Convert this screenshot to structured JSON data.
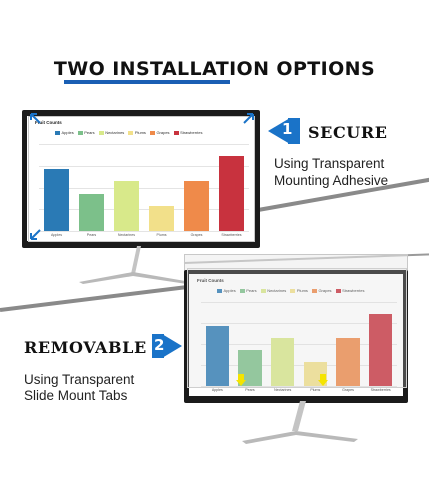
{
  "heading": {
    "part1": "TWO INSTALL",
    "part2": "ATION OPTIONS"
  },
  "option_secure": {
    "number": "1",
    "title": "SECURE",
    "desc_line1": "Using Transparent",
    "desc_line2": "Mounting Adhesive"
  },
  "option_removable": {
    "number": "2",
    "title": "REMOVABLE",
    "desc_line1": "Using Transparent",
    "desc_line2": "Slide Mount Tabs"
  },
  "colors": {
    "accent_blue": "#1a73c8",
    "tab_yellow": "#f5e400",
    "band_gray": "#8a8a8a"
  },
  "chart_data": [
    {
      "type": "bar",
      "title": "Fruit Counts",
      "categories": [
        "Apples",
        "Pears",
        "Nectarines",
        "Plums",
        "Grapes",
        "Strawberries"
      ],
      "values": [
        20,
        12,
        16,
        8,
        16,
        24
      ],
      "colors": [
        "#2a7ab5",
        "#7cc08a",
        "#d8e98a",
        "#f2e08a",
        "#ef8a4a",
        "#c8323e"
      ],
      "ylim": [
        0,
        28
      ]
    },
    {
      "type": "bar",
      "title": "Fruit Counts",
      "categories": [
        "Apples",
        "Pears",
        "Nectarines",
        "Plums",
        "Grapes",
        "Strawberries"
      ],
      "values": [
        20,
        12,
        16,
        8,
        16,
        24
      ],
      "colors": [
        "#2a7ab5",
        "#7cc08a",
        "#d8e98a",
        "#f2e08a",
        "#ef8a4a",
        "#c8323e"
      ],
      "ylim": [
        0,
        28
      ]
    }
  ]
}
